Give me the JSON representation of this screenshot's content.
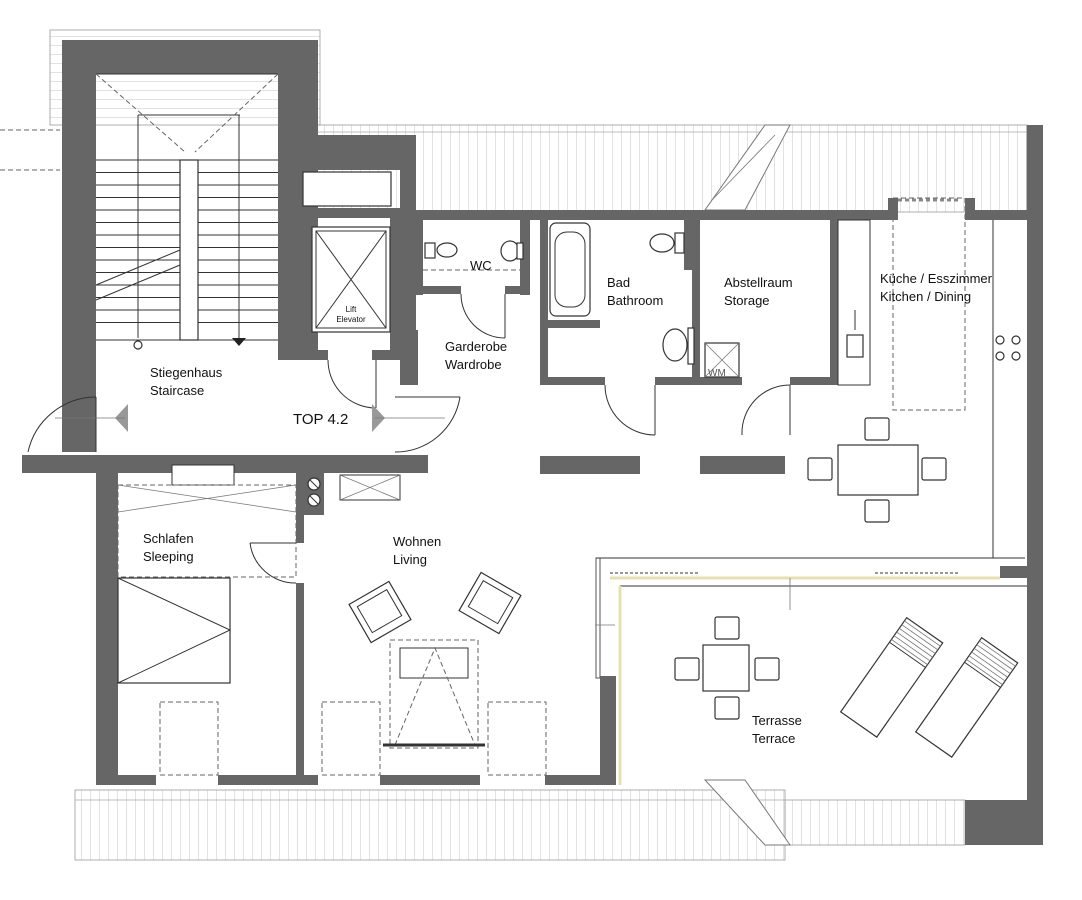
{
  "plan": {
    "unit_label": "TOP 4.2",
    "rooms": {
      "stairs": {
        "de": "Stiegenhaus",
        "en": "Staircase"
      },
      "lift": {
        "de": "Lift",
        "en": "Elevator"
      },
      "wc": {
        "name": "WC"
      },
      "bath": {
        "de": "Bad",
        "en": "Bathroom"
      },
      "storage": {
        "de": "Abstellraum",
        "en": "Storage"
      },
      "kitchen": {
        "de": "Küche / Esszimmer",
        "en": "Kitchen / Dining"
      },
      "wardrobe": {
        "de": "Garderobe",
        "en": "Wardrobe"
      },
      "sleeping": {
        "de": "Schlafen",
        "en": "Sleeping"
      },
      "living": {
        "de": "Wohnen",
        "en": "Living"
      },
      "terrace": {
        "de": "Terrasse",
        "en": "Terrace"
      }
    },
    "fixtures": {
      "washing_machine": "WM"
    },
    "colors": {
      "wall": "#666666",
      "line": "#333333",
      "roof": "#aaaaaa",
      "background": "#ffffff"
    }
  }
}
